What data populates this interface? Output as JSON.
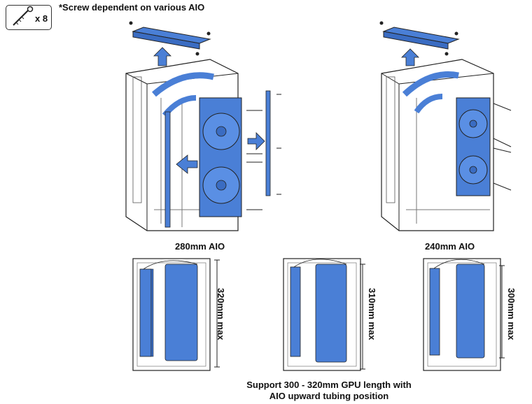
{
  "header": {
    "screw_quantity": "x 8",
    "note": "*Screw dependent on various AIO"
  },
  "captions": {
    "aio_280": "280mm AIO",
    "aio_240": "240mm AIO"
  },
  "gpu_clearance": [
    {
      "label": "320mm max"
    },
    {
      "label": "310mm max"
    },
    {
      "label": "300mm max"
    }
  ],
  "footer": {
    "line1": "Support  300 - 320mm GPU length with",
    "line2": "AIO upward tubing position"
  },
  "colors": {
    "accent_blue": "#4a7fd6",
    "outline": "#222222"
  },
  "icons": [
    "screw-icon",
    "arrow-icon",
    "fan-icon"
  ]
}
